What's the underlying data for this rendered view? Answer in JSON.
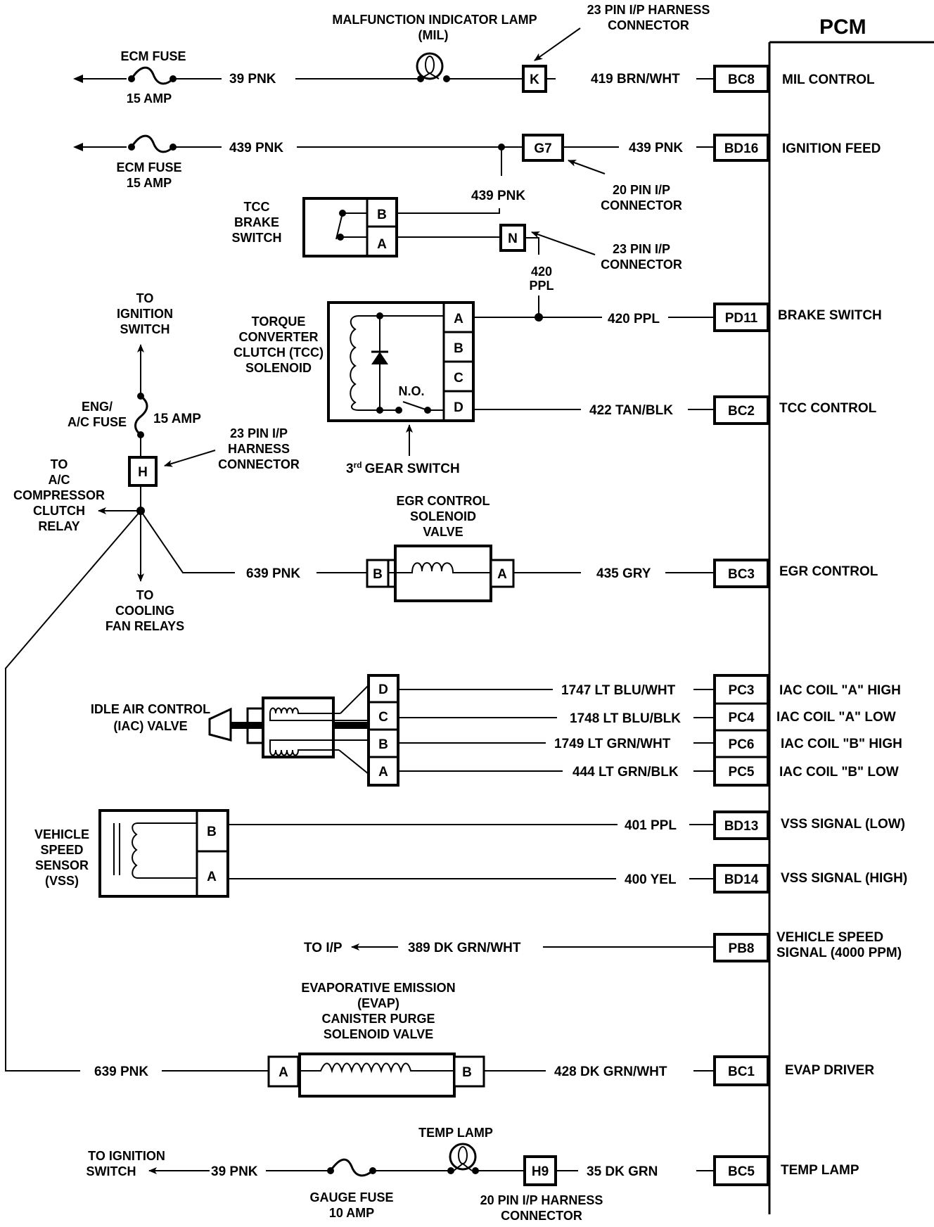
{
  "pcm": {
    "title": "PCM",
    "pins": [
      {
        "pin": "BC8",
        "function": "MIL CONTROL",
        "wire": "419 BRN/WHT"
      },
      {
        "pin": "BD16",
        "function": "IGNITION FEED",
        "wire": "439 PNK"
      },
      {
        "pin": "PD11",
        "function": "BRAKE SWITCH",
        "wire": "420 PPL"
      },
      {
        "pin": "BC2",
        "function": "TCC CONTROL",
        "wire": "422 TAN/BLK"
      },
      {
        "pin": "BC3",
        "function": "EGR CONTROL",
        "wire": "435 GRY"
      },
      {
        "pin": "PC3",
        "function": "IAC COIL \"A\" HIGH",
        "wire": "1747 LT BLU/WHT"
      },
      {
        "pin": "PC4",
        "function": "IAC COIL \"A\" LOW",
        "wire": "1748 LT BLU/BLK"
      },
      {
        "pin": "PC6",
        "function": "IAC COIL \"B\" HIGH",
        "wire": "1749 LT GRN/WHT"
      },
      {
        "pin": "PC5",
        "function": "IAC COIL \"B\" LOW",
        "wire": "444 LT GRN/BLK"
      },
      {
        "pin": "BD13",
        "function": "VSS SIGNAL (LOW)",
        "wire": "401 PPL"
      },
      {
        "pin": "BD14",
        "function": "VSS SIGNAL (HIGH)",
        "wire": "400 YEL"
      },
      {
        "pin": "PB8",
        "function_line1": "VEHICLE SPEED",
        "function_line2": "SIGNAL (4000 PPM)",
        "wire": "389 DK GRN/WHT"
      },
      {
        "pin": "BC1",
        "function": "EVAP DRIVER",
        "wire": "428 DK GRN/WHT"
      },
      {
        "pin": "BC5",
        "function": "TEMP LAMP",
        "wire": "35 DK GRN"
      }
    ]
  },
  "mil_circuit": {
    "fuse_name": "ECM FUSE",
    "fuse_rating": "15 AMP",
    "wire_in": "39 PNK",
    "lamp_line1": "MALFUNCTION INDICATOR LAMP",
    "lamp_line2": "(MIL)",
    "connector_pin": "K",
    "connector_line1": "23 PIN I/P HARNESS",
    "connector_line2": "CONNECTOR"
  },
  "ignition_feed_circuit": {
    "wire_in": "439 PNK",
    "fuse_name": "ECM FUSE",
    "fuse_rating": "15 AMP",
    "connector_pin": "G7",
    "connector_line1": "20 PIN I/P",
    "connector_line2": "CONNECTOR",
    "branch_wire": "439 PNK"
  },
  "tcc_brake_switch": {
    "name_lines": [
      "TCC",
      "BRAKE",
      "SWITCH"
    ],
    "terminals": [
      "B",
      "A"
    ],
    "connector_pin": "N",
    "connector_line1": "23 PIN I/P",
    "connector_line2": "CONNECTOR",
    "wire_line1": "420",
    "wire_line2": "PPL"
  },
  "tcc_solenoid": {
    "name_lines": [
      "TORQUE",
      "CONVERTER",
      "CLUTCH (TCC)",
      "SOLENOID"
    ],
    "terminals": [
      "A",
      "B",
      "C",
      "D"
    ],
    "switch_label": "N.O.",
    "gear_switch_ordinal": "3",
    "gear_switch_sup": "rd",
    "gear_switch_label": "GEAR SWITCH"
  },
  "eng_ac_feed": {
    "to_ignition_lines": [
      "TO",
      "IGNITION",
      "SWITCH"
    ],
    "fuse_lines": [
      "ENG/",
      "A/C FUSE"
    ],
    "fuse_rating": "15 AMP",
    "connector_pin": "H",
    "connector_lines": [
      "23 PIN I/P",
      "HARNESS",
      "CONNECTOR"
    ],
    "to_ac_lines": [
      "TO",
      "A/C",
      "COMPRESSOR",
      "CLUTCH",
      "RELAY"
    ],
    "to_fan_lines": [
      "TO",
      "COOLING",
      "FAN RELAYS"
    ]
  },
  "egr_solenoid": {
    "name_lines": [
      "EGR CONTROL",
      "SOLENOID",
      "VALVE"
    ],
    "wire_in": "639 PNK",
    "terminals": [
      "B",
      "A"
    ]
  },
  "iac_valve": {
    "name_lines": [
      "IDLE AIR CONTROL",
      "(IAC) VALVE"
    ],
    "terminals": [
      "D",
      "C",
      "B",
      "A"
    ]
  },
  "vss": {
    "name_lines": [
      "VEHICLE",
      "SPEED",
      "SENSOR",
      "(VSS)"
    ],
    "terminals": [
      "B",
      "A"
    ]
  },
  "vehicle_speed_out": {
    "to_label": "TO I/P"
  },
  "evap_solenoid": {
    "name_lines": [
      "EVAPORATIVE EMISSION",
      "(EVAP)",
      "CANISTER PURGE",
      "SOLENOID VALVE"
    ],
    "wire_in": "639 PNK",
    "terminals": [
      "A",
      "B"
    ]
  },
  "temp_lamp_circuit": {
    "to_ignition_lines": [
      "TO IGNITION",
      "SWITCH"
    ],
    "wire_in": "39 PNK",
    "fuse_name": "GAUGE FUSE",
    "fuse_rating": "10 AMP",
    "lamp_label": "TEMP LAMP",
    "connector_pin": "H9",
    "connector_line1": "20 PIN I/P HARNESS",
    "connector_line2": "CONNECTOR"
  }
}
